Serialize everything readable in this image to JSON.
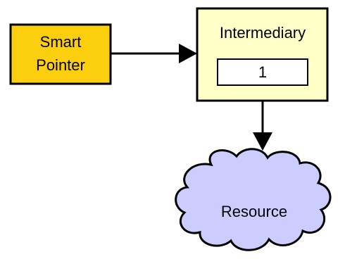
{
  "nodes": {
    "smart_pointer": {
      "line1": "Smart",
      "line2": "Pointer"
    },
    "intermediary": {
      "title": "Intermediary",
      "count": "1"
    },
    "resource": {
      "label": "Resource"
    }
  },
  "colors": {
    "smart_pointer_fill": "#FCCF0E",
    "intermediary_fill": "#FFFFC8",
    "count_fill": "#FFFFFF",
    "resource_fill": "#CCCCFF",
    "stroke": "#000000"
  }
}
